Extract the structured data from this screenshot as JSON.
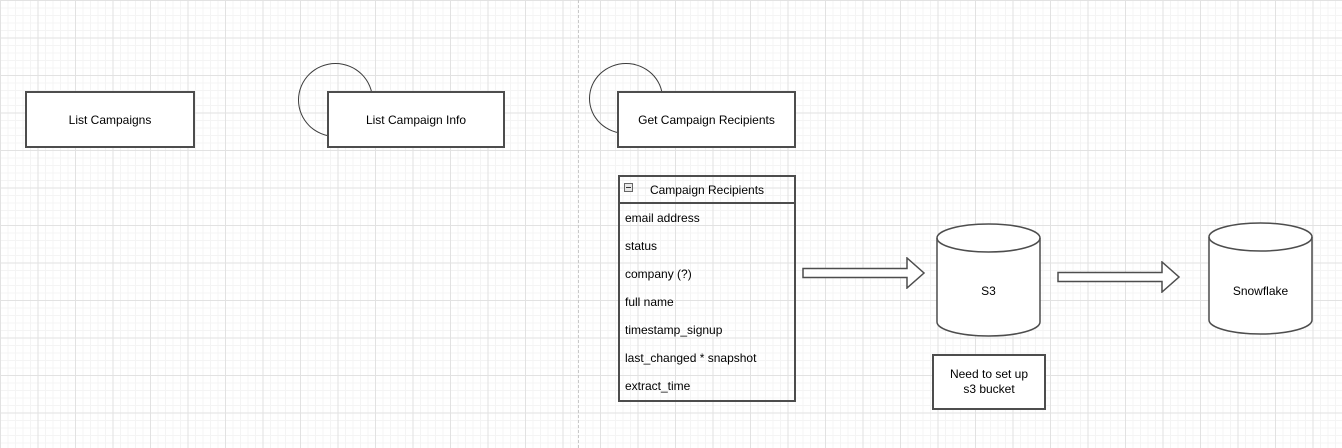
{
  "diagram": {
    "nodes": {
      "list_campaigns": "List Campaigns",
      "list_campaign_info": "List Campaign Info",
      "get_campaign_recipients": "Get Campaign Recipients",
      "s3": "S3",
      "snowflake": "Snowflake",
      "note": "Need to set up s3 bucket"
    },
    "table": {
      "title": "Campaign Recipients",
      "collapse_icon": "minus-square",
      "rows": [
        "email address",
        "status",
        "company (?)",
        "full name",
        "timestamp_signup",
        "last_changed * snapshot",
        "extract_time"
      ]
    },
    "colors": {
      "shape_stroke": "#4d4d4d",
      "grid_minor": "#f4f4f4",
      "grid_major": "#e2e2e2",
      "page_divider": "#c8c8c8"
    }
  }
}
